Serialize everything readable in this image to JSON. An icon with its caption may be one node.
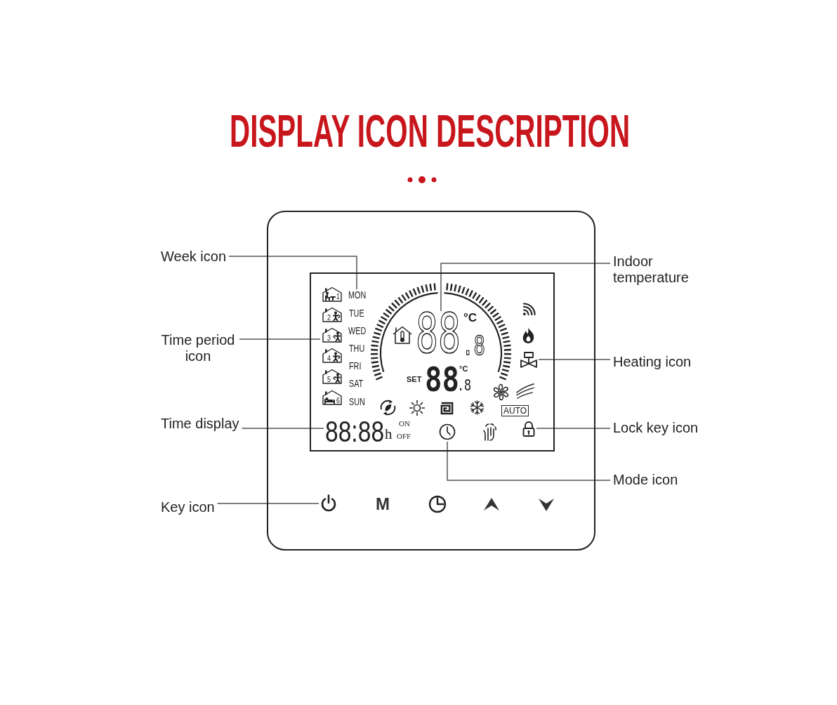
{
  "diagram": {
    "title": "DISPLAY ICON DESCRIPTION",
    "nodes": [
      {
        "text": [
          "Week icon"
        ]
      },
      {
        "text": [
          "Indoor temperature"
        ]
      },
      {
        "text": [
          "MON"
        ]
      },
      {
        "text": [
          "88"
        ]
      },
      {
        "text": [
          "Time period icon"
        ]
      },
      {
        "text": [],
        "shape": "picture"
      },
      {
        "text": [],
        "shape": "picture"
      },
      {
        "text": [
          "Heating icon"
        ]
      },
      {
        "text": [
          "Time display"
        ]
      },
      {
        "text": [
          "88:88"
        ]
      },
      {
        "text": [
          "Lock key icon"
        ]
      },
      {
        "text": [],
        "shape": "picture"
      },
      {
        "text": [],
        "shape": "picture"
      },
      {
        "text": [
          "Mode icon"
        ]
      },
      {
        "text": [],
        "shape": "picture"
      },
      {
        "text": [
          "Key icon"
        ]
      }
    ],
    "edges": [
      {
        "from": 0,
        "to": 2,
        "arrow": "none"
      },
      {
        "from": 1,
        "to": 3,
        "arrow": "none"
      },
      {
        "from": 4,
        "to": 5,
        "arrow": "none"
      },
      {
        "from": 7,
        "to": 6,
        "arrow": "none"
      },
      {
        "from": 8,
        "to": 9,
        "arrow": "none"
      },
      {
        "from": 10,
        "to": 11,
        "arrow": "none"
      },
      {
        "from": 13,
        "to": 12,
        "arrow": "none"
      },
      {
        "from": 15,
        "to": 14,
        "arrow": "none"
      }
    ],
    "labels": [
      "1",
      "2",
      "TUE",
      "3",
      "WED",
      "THU",
      "4",
      "FRI",
      "5",
      "SAT",
      "6",
      "SUN",
      "°C",
      ".8",
      "SET",
      "88",
      "°C",
      ".8",
      "AUTO",
      "h",
      "ON",
      "OFF",
      "M"
    ]
  }
}
